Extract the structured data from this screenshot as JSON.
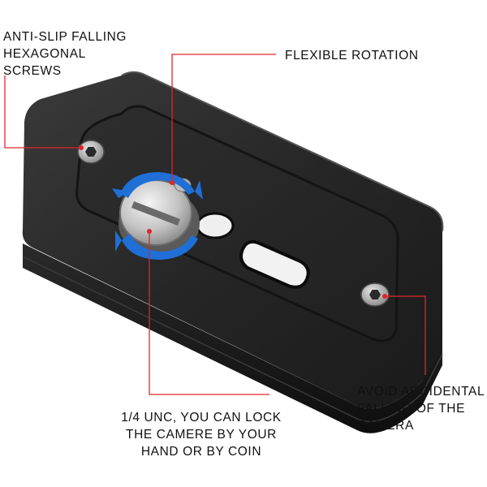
{
  "annotations": {
    "screws": {
      "lines": [
        "ANTI-SLIP FALLING",
        "HEXAGONAL",
        "SCREWS"
      ]
    },
    "rotation": {
      "lines": [
        "FLEXIBLE ROTATION"
      ]
    },
    "lock": {
      "lines": [
        "1/4 UNC, YOU CAN LOCK",
        "THE CAMERE BY YOUR",
        "HAND OR BY COIN"
      ]
    },
    "avoid": {
      "lines": [
        "AVOID ACCIDENTAL",
        "FALLING OF THE",
        "CAMERA"
      ]
    }
  },
  "colors": {
    "callout_line": "#e0252b",
    "plate_body": "#1e1e1e",
    "rotation_arrow": "#1f6fd6"
  },
  "icons": {
    "screw_center": "slotted-screw",
    "hex_screws": "hex-socket-screw",
    "rotation": "rotate-arrows-icon"
  }
}
